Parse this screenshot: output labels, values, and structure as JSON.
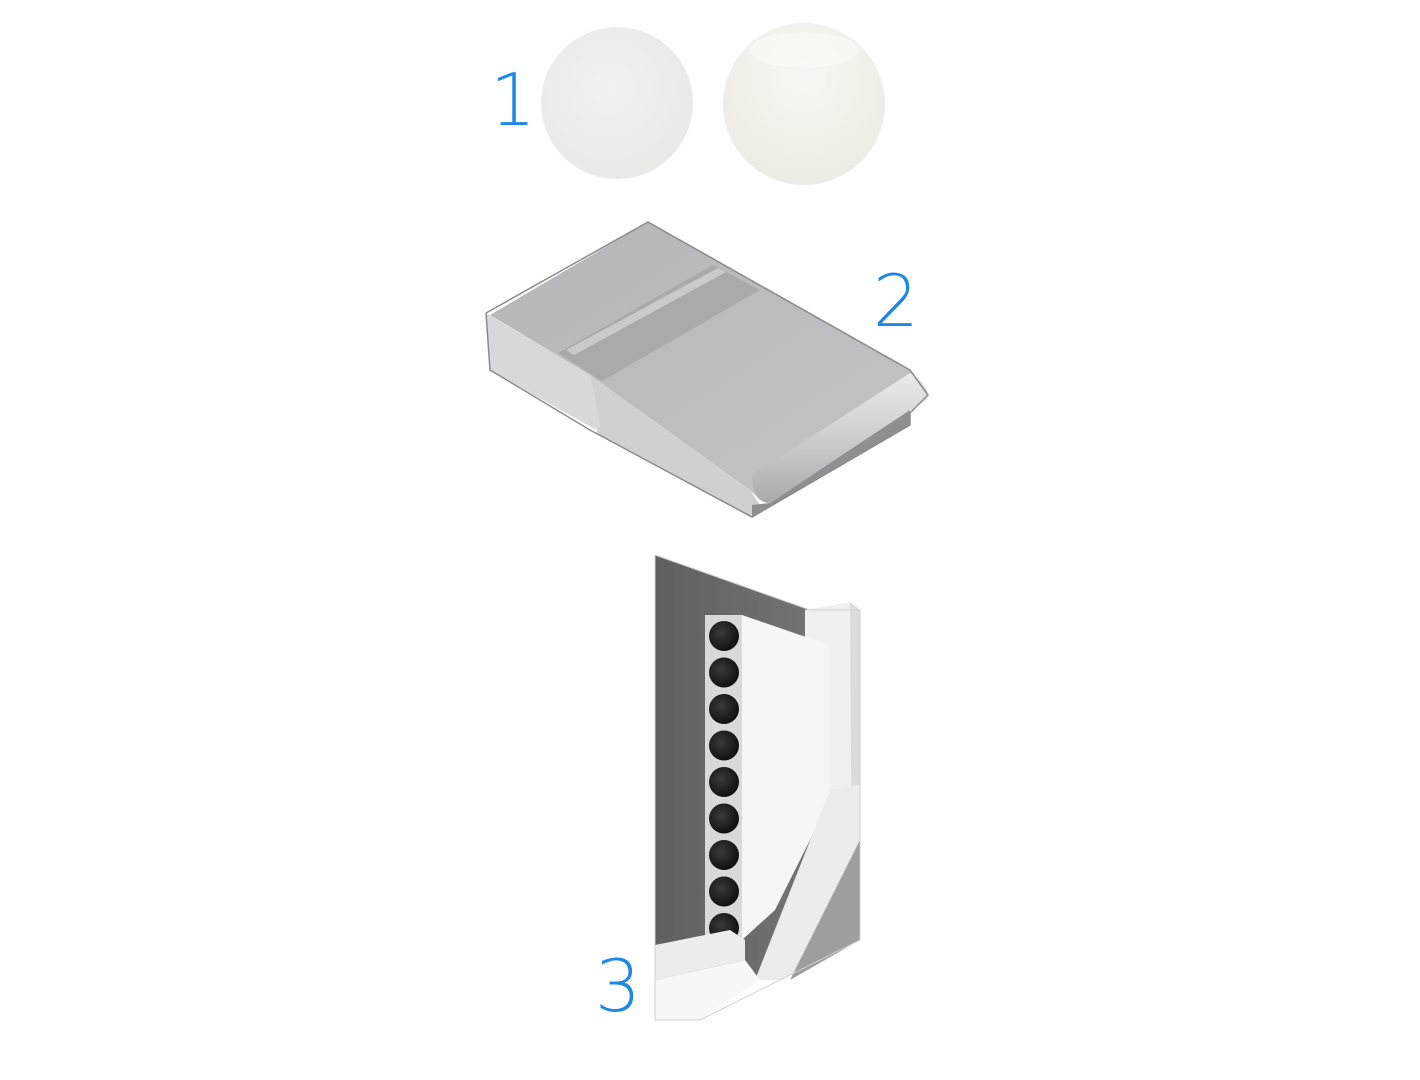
{
  "callouts": [
    {
      "label": "1"
    },
    {
      "label": "2"
    },
    {
      "label": "3"
    }
  ],
  "colors": {
    "callout": "#1e88e5",
    "swatch_left": "#ededeb",
    "swatch_right": "#f2f2ec",
    "sill_top": "#b9babd",
    "sill_side": "#d8d9db",
    "door_dark": "#6f6f70",
    "door_core_hole": "#1b1b1b",
    "door_frame": "#f4f4f4"
  }
}
